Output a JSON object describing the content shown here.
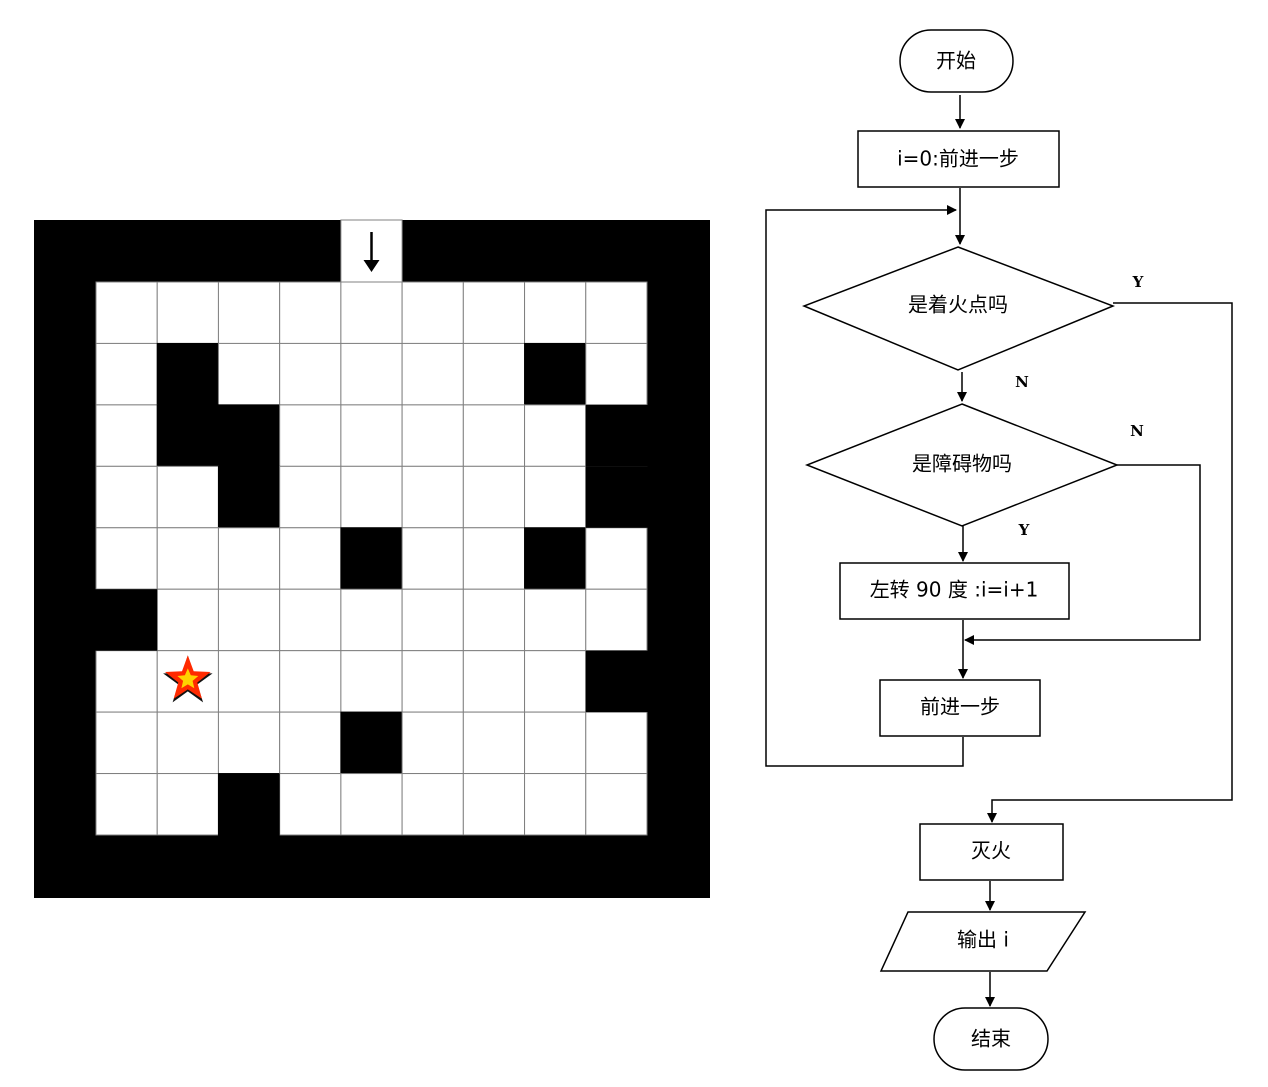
{
  "maze": {
    "rows": 9,
    "cols": 9,
    "blocked": [
      [
        1,
        1
      ],
      [
        1,
        7
      ],
      [
        2,
        1
      ],
      [
        2,
        2
      ],
      [
        3,
        2
      ],
      [
        4,
        4
      ],
      [
        4,
        7
      ],
      [
        7,
        4
      ],
      [
        8,
        2
      ]
    ],
    "border_blocked": [
      {
        "side": "left",
        "row": 5
      },
      {
        "side": "right",
        "row": 2
      },
      {
        "side": "right",
        "row": 3
      },
      {
        "side": "right",
        "row": 6
      },
      {
        "side": "bottom",
        "col": 2
      }
    ],
    "entry_col": 4,
    "entry_arrow": "arrow-down-icon",
    "fire_cell": [
      6,
      1
    ],
    "fire_icon": "fire-star-icon",
    "colors": {
      "wall": "#000000",
      "open": "#ffffff",
      "grid": "#808080",
      "fire_outer": "#ff2a00",
      "fire_inner": "#ffd200"
    }
  },
  "flowchart": {
    "start": "开始",
    "init": "i=0:前进一步",
    "decision_fire": "是着火点吗",
    "decision_obstacle": "是障碍物吗",
    "turn": "左转 90 度 :i=i+1",
    "forward": "前进一步",
    "extinguish": "灭火",
    "output": "输出 i",
    "end": "结束",
    "label_fire_yes": "Y",
    "label_fire_no": "N",
    "label_obstacle_no": "N",
    "label_obstacle_yes": "Y"
  }
}
